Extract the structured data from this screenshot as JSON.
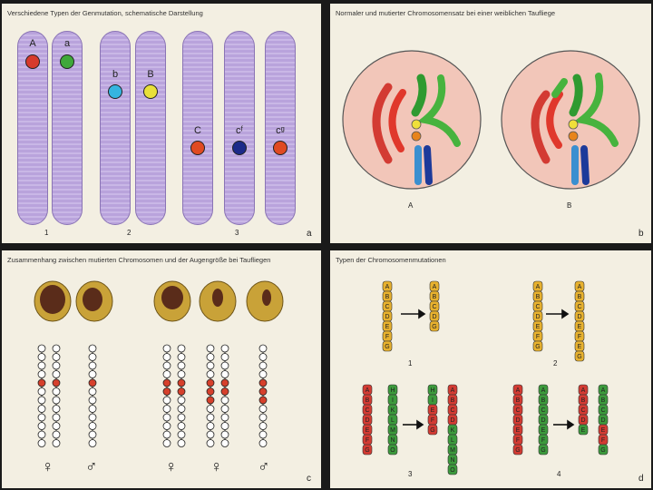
{
  "panel_a": {
    "title": "Verschiedene Typen der Genmutation, schematische Darstellung",
    "label": "a",
    "genes": [
      {
        "label": "A",
        "color": "#d63a2c"
      },
      {
        "label": "a",
        "color": "#3fa83a"
      },
      {
        "label": "b",
        "color": "#35b5e0"
      },
      {
        "label": "B",
        "color": "#e8e03a"
      },
      {
        "label": "C",
        "color": "#e04a22"
      },
      {
        "label": "cᶠ",
        "color": "#1c2a8a"
      },
      {
        "label": "cᵍ",
        "color": "#e04a22"
      }
    ],
    "pair_numbers": [
      "1",
      "2",
      "3"
    ]
  },
  "panel_b": {
    "title": "Normaler und mutierter Chromosomensatz bei einer weiblichen Taufliege",
    "label": "b",
    "cells": [
      "A",
      "B"
    ]
  },
  "panel_c": {
    "title": "Zusammenhang zwischen mutierten Chromosomen und der Augengröße bei Taufliegen",
    "label": "c",
    "sexes": [
      "♀",
      "♂",
      "♀",
      "♀",
      "♂"
    ]
  },
  "panel_d": {
    "title": "Typen der Chromosomenmutationen",
    "label": "d",
    "numbers": [
      "1",
      "2",
      "3",
      "4"
    ],
    "seg1": [
      "A",
      "B",
      "C",
      "D",
      "E",
      "F",
      "G"
    ],
    "seg1_result": [
      "A",
      "B",
      "C",
      "D",
      "G"
    ],
    "seg2_result": [
      "A",
      "B",
      "C",
      "D",
      "E",
      "F",
      "E",
      "G"
    ],
    "seg3_red": [
      "A",
      "B",
      "C",
      "D",
      "E",
      "F",
      "G"
    ],
    "seg3_green": [
      "H",
      "I",
      "K",
      "L",
      "M",
      "N",
      "O"
    ],
    "seg3_res_left": [
      "H",
      "I",
      "E",
      "F",
      "G"
    ],
    "seg3_res_right": [
      "A",
      "B",
      "C",
      "D",
      "K",
      "L",
      "M",
      "N",
      "O"
    ],
    "seg4_res_left": [
      "A",
      "B",
      "C",
      "D",
      "E"
    ],
    "seg4_res_right": [
      "A",
      "B",
      "C",
      "D",
      "E",
      "F",
      "G"
    ]
  },
  "colors": {
    "chromosome": "#c2aee2",
    "yellow_chrom": "#e7b12e",
    "red_chrom": "#d33b33",
    "green_chrom": "#3c9a3c",
    "cell": "#f2c6b9"
  }
}
